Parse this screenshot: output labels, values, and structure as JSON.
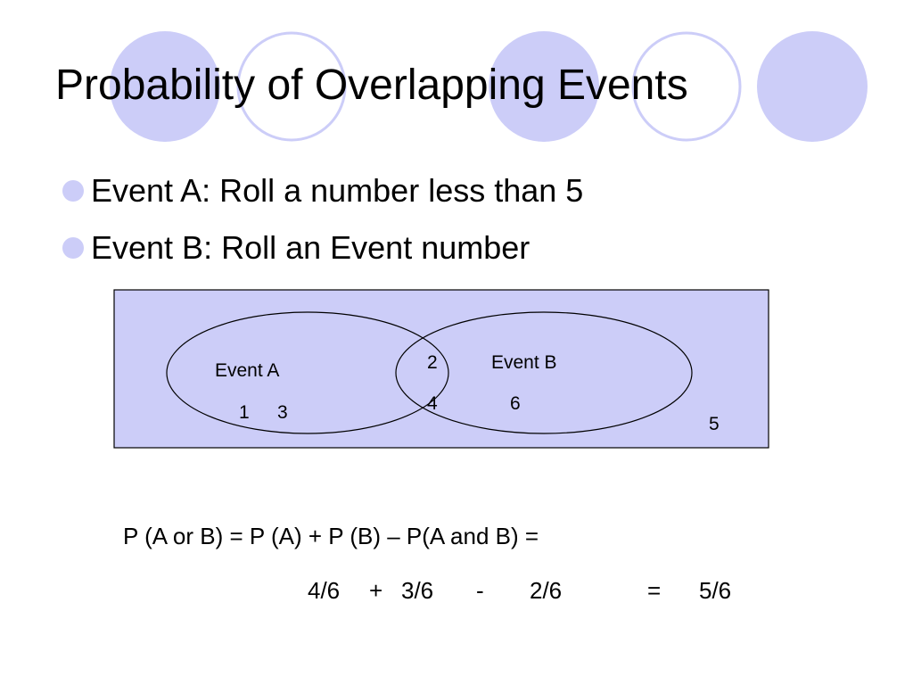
{
  "slide": {
    "title": "Probability of Overlapping Events",
    "bullets": [
      "Event A: Roll a number less than 5",
      "Event B: Roll an Event number"
    ]
  },
  "venn": {
    "set_a_label": "Event A",
    "set_b_label": "Event B",
    "only_a": [
      "1",
      "3"
    ],
    "intersection": [
      "2",
      "4"
    ],
    "only_b": [
      "6"
    ],
    "outside": [
      "5"
    ]
  },
  "formula": {
    "expression": "P (A or B) = P (A) + P (B) – P(A and B) =",
    "term_a": "4/6",
    "plus": "+",
    "term_b": "3/6",
    "minus": "-",
    "term_ab": "2/6",
    "equals": "=",
    "result": "5/6"
  },
  "colors": {
    "accent": "#cccdf8",
    "accent_border": "#c4c6f0",
    "outline": "#000000"
  }
}
